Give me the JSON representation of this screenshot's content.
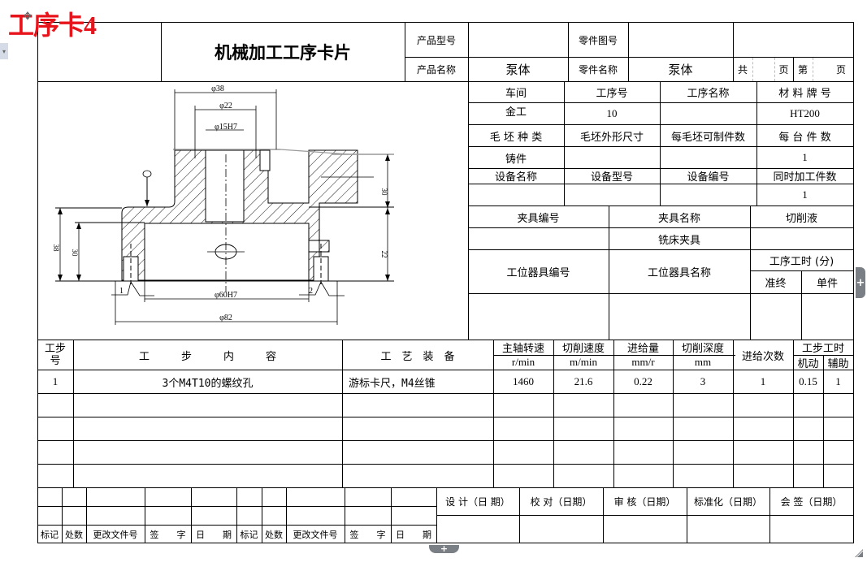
{
  "overlay": {
    "red_title": "工序卡4",
    "move_handle_icon": "✥",
    "left_tab_icon": "▾",
    "add_column_icon": "+",
    "add_row_icon": "+"
  },
  "header": {
    "card_title": "机械加工工序卡片",
    "product_model_label": "产品型号",
    "product_model_value": "",
    "part_drawing_no_label": "零件图号",
    "part_drawing_no_value": "",
    "product_name_label": "产品名称",
    "product_name_value": "泵体",
    "part_name_label": "零件名称",
    "part_name_value": "泵体",
    "total_label": "共",
    "page_label": "页",
    "nth_label": "第",
    "page_label2": "页"
  },
  "info": {
    "row1_headers": [
      "车间",
      "工序号",
      "工序名称",
      "材 料 牌 号"
    ],
    "row1_values": [
      "金工",
      "10",
      "",
      "HT200"
    ],
    "row2_headers": [
      "毛 坯 种 类",
      "毛坯外形尺寸",
      "每毛坯可制件数",
      "每 台 件 数"
    ],
    "row2_values": [
      "铸件",
      "",
      "",
      "1"
    ],
    "row3_headers": [
      "设备名称",
      "设备型号",
      "设备编号",
      "同时加工件数"
    ],
    "row3_values": [
      "",
      "",
      "",
      "1"
    ],
    "fixture_headers": [
      "夹具编号",
      "夹具名称",
      "切削液"
    ],
    "fixture_values": [
      "",
      "铣床夹具",
      ""
    ],
    "station_tool_no": "工位器具编号",
    "station_tool_name": "工位器具名称",
    "process_time_label": "工序工时 (分)",
    "prep_label": "准终",
    "unit_label": "单件"
  },
  "drawing": {
    "dims": {
      "d38": "φ38",
      "d22": "φ22",
      "d15": "φ15H7",
      "d60": "φ60H7",
      "d82": "φ82",
      "h38": "38",
      "h30": "30",
      "r30": "30",
      "r22": "22"
    },
    "markers": [
      "1",
      "2"
    ]
  },
  "steps": {
    "headers": {
      "step_no": "工步号",
      "content": "工　　　步　　　内　　　容",
      "equipment": "工　艺　装　备",
      "spindle": "主轴转速",
      "spindle_unit": "r/min",
      "speed": "切削速度",
      "speed_unit": "m/min",
      "feed": "进给量",
      "feed_unit": "mm/r",
      "depth": "切削深度",
      "depth_unit": "mm",
      "passes": "进给次数",
      "step_time": "工步工时",
      "machine": "机动",
      "aux": "辅助"
    },
    "rows": [
      {
        "no": "1",
        "content": "3个M4T10的螺纹孔",
        "equipment": "游标卡尺，M4丝锥",
        "spindle": "1460",
        "speed": "21.6",
        "feed": "0.22",
        "depth": "3",
        "passes": "1",
        "machine": "0.15",
        "aux": "1"
      },
      {
        "no": "",
        "content": "",
        "equipment": "",
        "spindle": "",
        "speed": "",
        "feed": "",
        "depth": "",
        "passes": "",
        "machine": "",
        "aux": ""
      },
      {
        "no": "",
        "content": "",
        "equipment": "",
        "spindle": "",
        "speed": "",
        "feed": "",
        "depth": "",
        "passes": "",
        "machine": "",
        "aux": ""
      },
      {
        "no": "",
        "content": "",
        "equipment": "",
        "spindle": "",
        "speed": "",
        "feed": "",
        "depth": "",
        "passes": "",
        "machine": "",
        "aux": ""
      },
      {
        "no": "",
        "content": "",
        "equipment": "",
        "spindle": "",
        "speed": "",
        "feed": "",
        "depth": "",
        "passes": "",
        "machine": "",
        "aux": ""
      }
    ]
  },
  "footer": {
    "revision_labels": [
      "标记",
      "处数",
      "更改文件号",
      "签　　字",
      "日　　期",
      "标记",
      "处数",
      "更改文件号",
      "签　　字",
      "日　　期"
    ],
    "approval_labels": [
      "设 计（日 期）",
      "校 对（日期）",
      "审 核（日期）",
      "标准化（日期）",
      "会 签（日期）"
    ]
  }
}
